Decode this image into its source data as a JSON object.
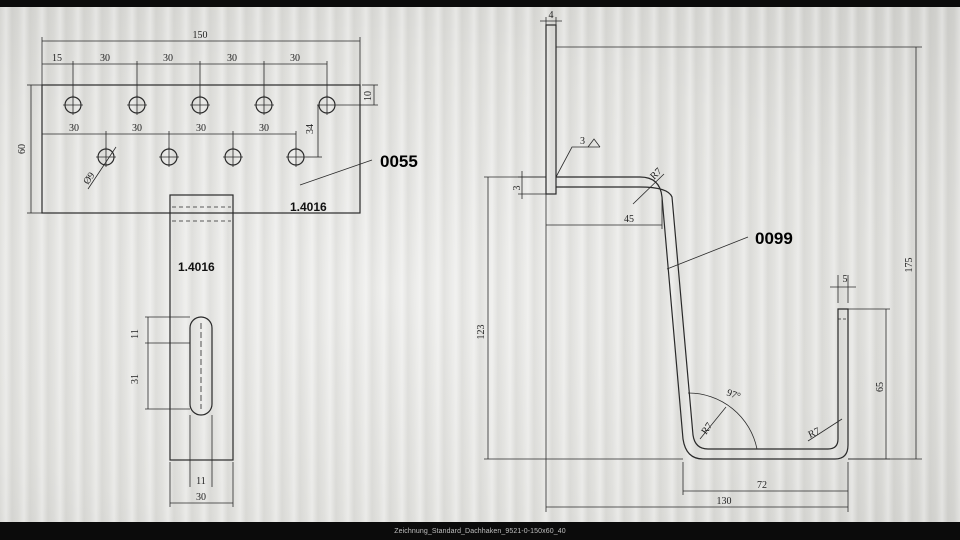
{
  "viewer": {
    "filename": "Zeichnung_Standard_Dachhaken_9521-0-150x60_40"
  },
  "plate": {
    "part_number": "0055",
    "material_top": "1.4016",
    "material_tab": "1.4016",
    "dims": {
      "overall_width": "150",
      "first_offset": "15",
      "pitch_top_1": "30",
      "pitch_top_2": "30",
      "pitch_top_3": "30",
      "pitch_top_4": "30",
      "pitch_bottom_1": "30",
      "pitch_bottom_2": "30",
      "pitch_bottom_3": "30",
      "pitch_bottom_4": "30",
      "height": "60",
      "top_row_offset": "10",
      "row_spacing": "34",
      "hole_diameter": "Ø9",
      "slot_width": "11",
      "slot_length": "31",
      "slot_bottom_width": "11",
      "tab_width": "30"
    }
  },
  "hook": {
    "part_number": "0099",
    "dims": {
      "thickness": "4",
      "weld": "3",
      "weld_height": "3",
      "radius_top": "R7",
      "leg_45": "45",
      "height_175": "175",
      "height_123": "123",
      "lip_5": "5",
      "height_65": "65",
      "angle": "97°",
      "radius_bottom_left": "R7",
      "radius_bottom_right": "R7",
      "width_72": "72",
      "width_130": "130"
    }
  }
}
